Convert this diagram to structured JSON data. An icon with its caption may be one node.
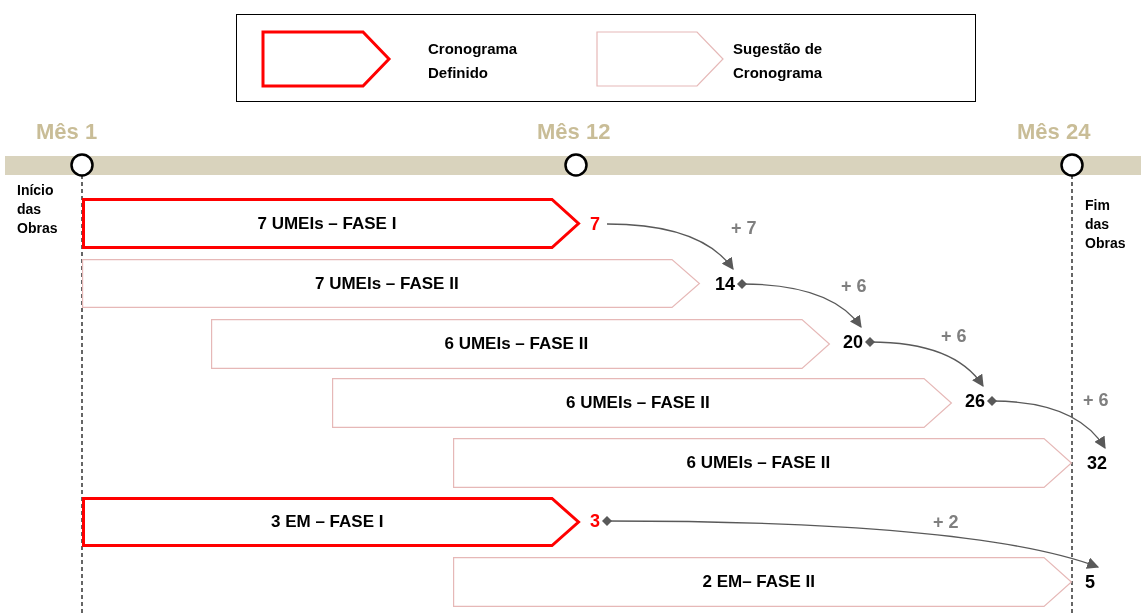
{
  "diagram": {
    "nodes": [
      {
        "text": [
          "7 UMEIs – FASE I"
        ]
      },
      {
        "text": [
          "7 UMEIs – FASE II"
        ]
      },
      {
        "text": [
          "6 UMEIs – FASE II"
        ]
      },
      {
        "text": [
          "6 UMEIs – FASE II"
        ]
      },
      {
        "text": [
          "6 UMEIs – FASE II"
        ]
      },
      {
        "text": [
          "3 EM – FASE I"
        ]
      },
      {
        "text": [
          "2 EM– FASE II"
        ]
      },
      {
        "text": [
          "7"
        ]
      },
      {
        "text": [
          "14"
        ]
      },
      {
        "text": [
          "20"
        ]
      },
      {
        "text": [
          "26"
        ]
      },
      {
        "text": [
          "32"
        ]
      },
      {
        "text": [
          "3"
        ]
      },
      {
        "text": [
          "5"
        ]
      }
    ],
    "edges": [
      {
        "from": 7,
        "to": 8,
        "arrow": "to",
        "label": "+ 7"
      },
      {
        "from": 8,
        "to": 9,
        "arrow": "to",
        "label": "+ 6"
      },
      {
        "from": 9,
        "to": 10,
        "arrow": "to",
        "label": "+ 6"
      },
      {
        "from": 10,
        "to": 11,
        "arrow": "to",
        "label": "+ 6"
      },
      {
        "from": 12,
        "to": 13,
        "arrow": "to",
        "label": "+ 2"
      }
    ],
    "labels": [
      "Mês 1",
      "Mês 12",
      "Mês 24",
      "Início das Obras",
      "Fim das Obras"
    ],
    "legend": [
      {
        "text": "Cronograma Definido"
      },
      {
        "text": "Sugestão de Cronograma"
      }
    ]
  }
}
